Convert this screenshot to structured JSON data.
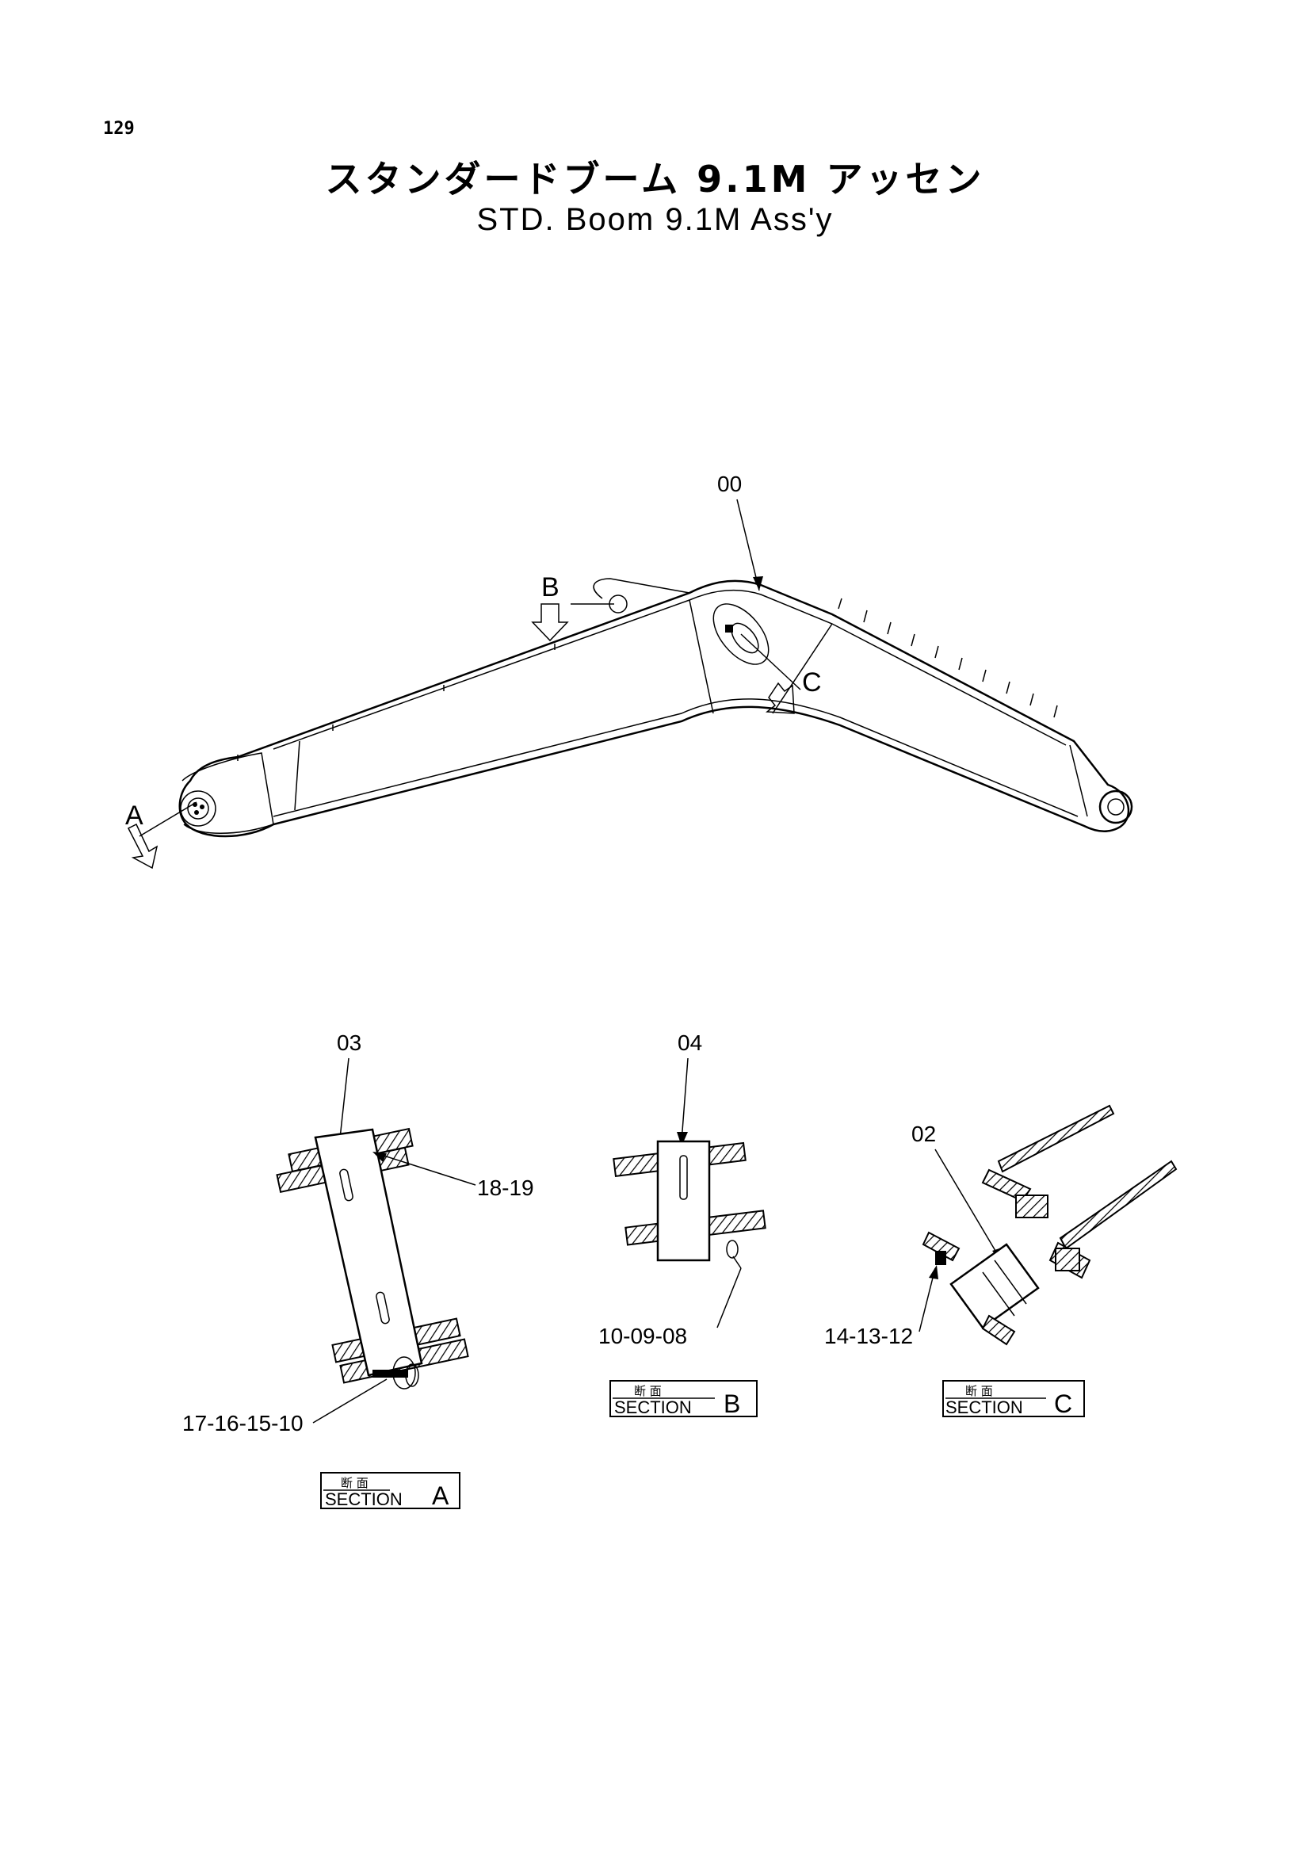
{
  "page": {
    "number": "129"
  },
  "title": {
    "japanese": "スタンダードブーム 9.1M アッセン",
    "english": "STD. Boom 9.1M Ass'y"
  },
  "callouts": {
    "main_part": "00",
    "section_a_part": "03",
    "section_a_side": "18-19",
    "section_a_bottom": "17-16-15-10",
    "section_b_part": "04",
    "section_b_bottom": "10-09-08",
    "section_c_part": "02",
    "section_c_side": "14-13-12"
  },
  "section_markers": {
    "a": "A",
    "b": "B",
    "c": "C"
  },
  "section_labels": [
    {
      "japanese": "断 面",
      "word": "SECTION",
      "letter": "A"
    },
    {
      "japanese": "断 面",
      "word": "SECTION",
      "letter": "B"
    },
    {
      "japanese": "断 面",
      "word": "SECTION",
      "letter": "C"
    }
  ]
}
